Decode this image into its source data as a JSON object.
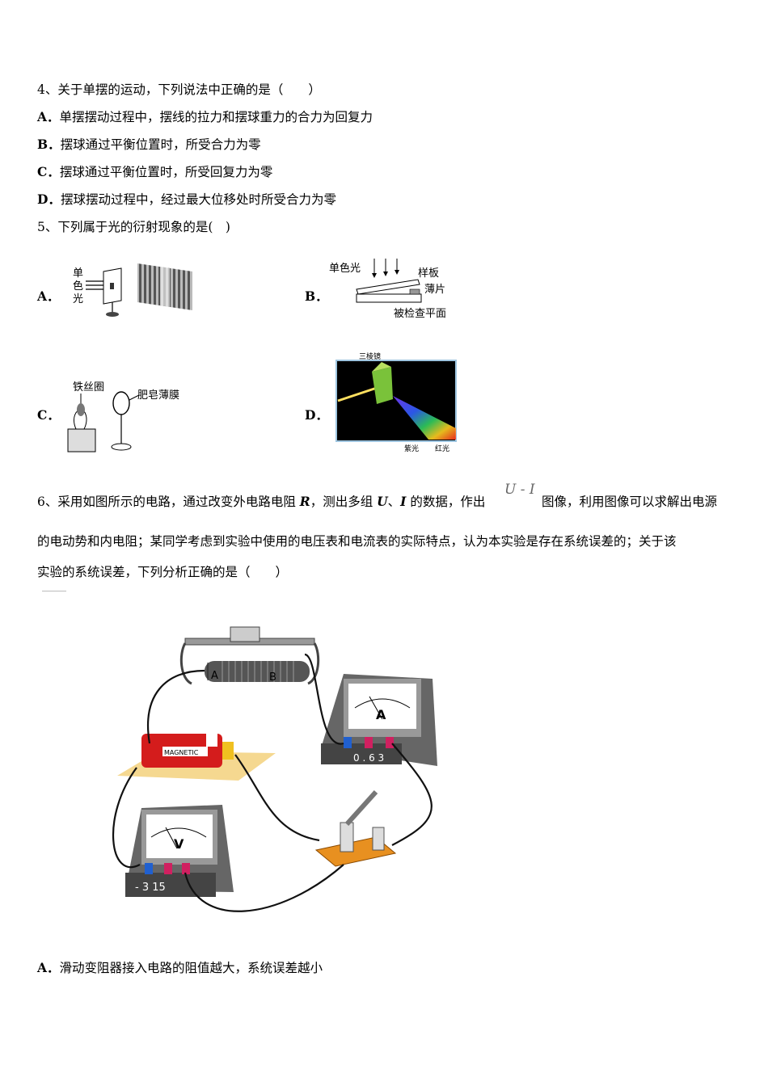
{
  "q4": {
    "stem": "4、关于单摆的运动，下列说法中正确的是（　　）",
    "options": [
      {
        "letter": "A．",
        "text": "单摆摆动过程中，摆线的拉力和摆球重力的合力为回复力"
      },
      {
        "letter": "B．",
        "text": "摆球通过平衡位置时，所受合力为零"
      },
      {
        "letter": "C．",
        "text": "摆球通过平衡位置时，所受回复力为零"
      },
      {
        "letter": "D．",
        "text": "摆球摆动过程中，经过最大位移处时所受合力为零"
      }
    ]
  },
  "q5": {
    "stem": "5、下列属于光的衍射现象的是(　)",
    "figA": {
      "letter": "A．",
      "label_dan": "单",
      "label_se": "色",
      "label_guang": "光"
    },
    "figB": {
      "letter": "B．",
      "label_light": "单色光",
      "label_plate": "样板",
      "label_film": "薄片",
      "label_surface": "被检查平面"
    },
    "figC": {
      "letter": "C．",
      "label_ring": "铁丝圈",
      "label_film": "肥皂薄膜"
    },
    "figD": {
      "letter": "D．",
      "label_prism": "三棱镜",
      "label_violet": "紫光",
      "label_red": "红光"
    }
  },
  "q6": {
    "line1_a": "6、采用如图所示的电路，通过改变外电路电阻 ",
    "var_R": "R",
    "line1_b": "，测出多组 ",
    "var_U": "U",
    "sep": "、",
    "var_I": "I",
    "line1_c": " 的数据，作出",
    "formula": "U - I",
    "line1_d": "图像，利用图像可以求解出电源",
    "line2": "的电动势和内电阻；某同学考虑到实验中使用的电压表和电流表的实际特点，认为本实验是存在系统误差的；关于该",
    "line3": "实验的系统误差，下列分析正确的是（　　）",
    "circuit": {
      "label_A": "A",
      "label_B": "B",
      "ammeter_symbol": "A",
      "ammeter_terminals": "0 . 6  3",
      "voltmeter_symbol": "V",
      "voltmeter_terminals": "-  3  15",
      "battery_label": "MAGNETIC"
    },
    "optionA_letter": "A．",
    "optionA_text": "滑动变阻器接入电路的阻值越大，系统误差越小"
  }
}
